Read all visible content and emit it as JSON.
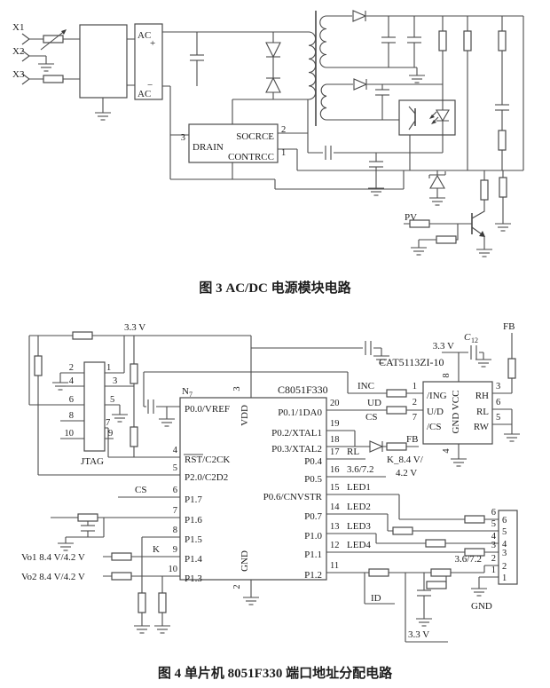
{
  "fig3": {
    "caption": "图 3  AC/DC 电源模块电路",
    "x1": "X1",
    "x2": "X2",
    "x3": "X3",
    "ac_top": "AC",
    "ac_top_sign": "+",
    "ac_bottom": "AC",
    "ac_bottom_sign": "−",
    "ctl": {
      "pin3": "3",
      "pin2": "2",
      "pin1": "1",
      "source": "SOCRCE",
      "drain": "DRAIN",
      "control": "CONTRCC"
    },
    "pv": "PV"
  },
  "fig4": {
    "caption": "图 4  单片机 8051F330 端口地址分配电路",
    "rail": "3.3 V",
    "jtag": {
      "label": "JTAG",
      "left": [
        "2",
        "4",
        "6",
        "8",
        "10"
      ],
      "right": [
        "1",
        "3",
        "5",
        "7",
        "9"
      ]
    },
    "mcu": {
      "designator": "N",
      "designator_sub": "7",
      "part": "C8051F330",
      "vdd_pin": "3",
      "vdd": "VDD",
      "gnd_pin": "2",
      "gnd": "GND",
      "cs_net": "CS",
      "k_net": "K",
      "left": [
        {
          "n": "",
          "name": "P0.0/VREF"
        },
        {
          "n": "4",
          "name": "RST/C2CK"
        },
        {
          "n": "5",
          "name": "P2.0/C2D2"
        },
        {
          "n": "6",
          "name": "P1.7"
        },
        {
          "n": "7",
          "name": "P1.6"
        },
        {
          "n": "8",
          "name": "P1.5"
        },
        {
          "n": "9",
          "name": "P1.4"
        },
        {
          "n": "10",
          "name": "P1.3"
        }
      ],
      "right": [
        {
          "n": "20",
          "name": "P0.1/1DA0",
          "net": ""
        },
        {
          "n": "19",
          "name": "P0.2/XTAL1",
          "net": ""
        },
        {
          "n": "18",
          "name": "P0.3/XTAL2",
          "net": ""
        },
        {
          "n": "17",
          "name": "P0.4",
          "net": "RL"
        },
        {
          "n": "16",
          "name": "P0.5",
          "net": "3.6/7.2"
        },
        {
          "n": "15",
          "name": "P0.6/CNVSTR",
          "net": "LED1"
        },
        {
          "n": "14",
          "name": "P0.7",
          "net": "LED2"
        },
        {
          "n": "13",
          "name": "P1.0",
          "net": "LED3"
        },
        {
          "n": "12",
          "name": "P1.1",
          "net": "LED4"
        },
        {
          "n": "11",
          "name": "P1.2",
          "net": ""
        }
      ]
    },
    "pot": {
      "part": "CAT5113ZI-10",
      "supply": "3.3 V",
      "cap": "C",
      "cap_sub": "12",
      "fb": "FB",
      "in_nets": [
        "INC",
        "UD",
        "CS"
      ],
      "left": [
        {
          "n": "1",
          "name": "/ING"
        },
        {
          "n": "2",
          "name": "U/D"
        },
        {
          "n": "7",
          "name": "/CS"
        }
      ],
      "right": [
        {
          "n": "3",
          "name": "RH"
        },
        {
          "n": "6",
          "name": "RL"
        },
        {
          "n": "5",
          "name": "RW"
        }
      ],
      "vcc_pin": "8",
      "gnd_pin": "4",
      "mid": "GND VCC"
    },
    "kline": {
      "fb": "FB",
      "t1": "K_8.4 V/",
      "t2": "4.2 V"
    },
    "vo1": "Vo1 8.4 V/4.2 V",
    "vo2": "Vo2 8.4 V/4.2 V",
    "id": "ID",
    "v33b": "3.3 V",
    "range": "3.6/7.2",
    "gndlbl": "GND",
    "conn": {
      "outer": [
        "6",
        "5",
        "4",
        "3",
        "2",
        "1"
      ],
      "inner": [
        "6",
        "5",
        "4",
        "3",
        "2",
        "1"
      ]
    }
  }
}
